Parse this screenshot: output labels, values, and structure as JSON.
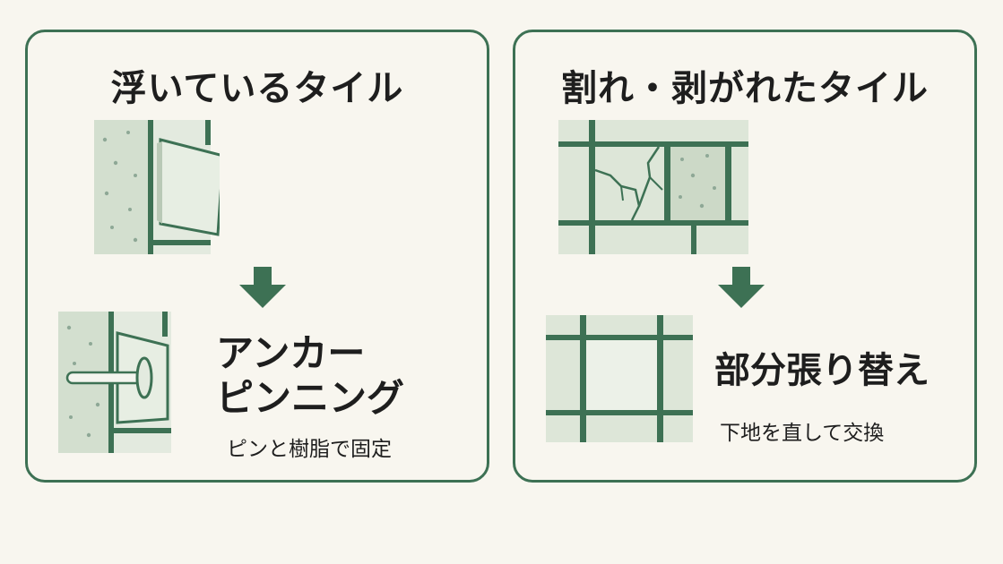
{
  "left_panel": {
    "title": "浮いているタイル",
    "method_line1": "アンカー",
    "method_line2": "ピンニング",
    "description": "ピンと樹脂で固定"
  },
  "right_panel": {
    "title": "割れ・剥がれたタイル",
    "method": "部分張り替え",
    "description": "下地を直して交換"
  },
  "colors": {
    "accent_green": "#3d7154",
    "tile_light": "#dde6d8",
    "background": "#f8f6ef"
  }
}
